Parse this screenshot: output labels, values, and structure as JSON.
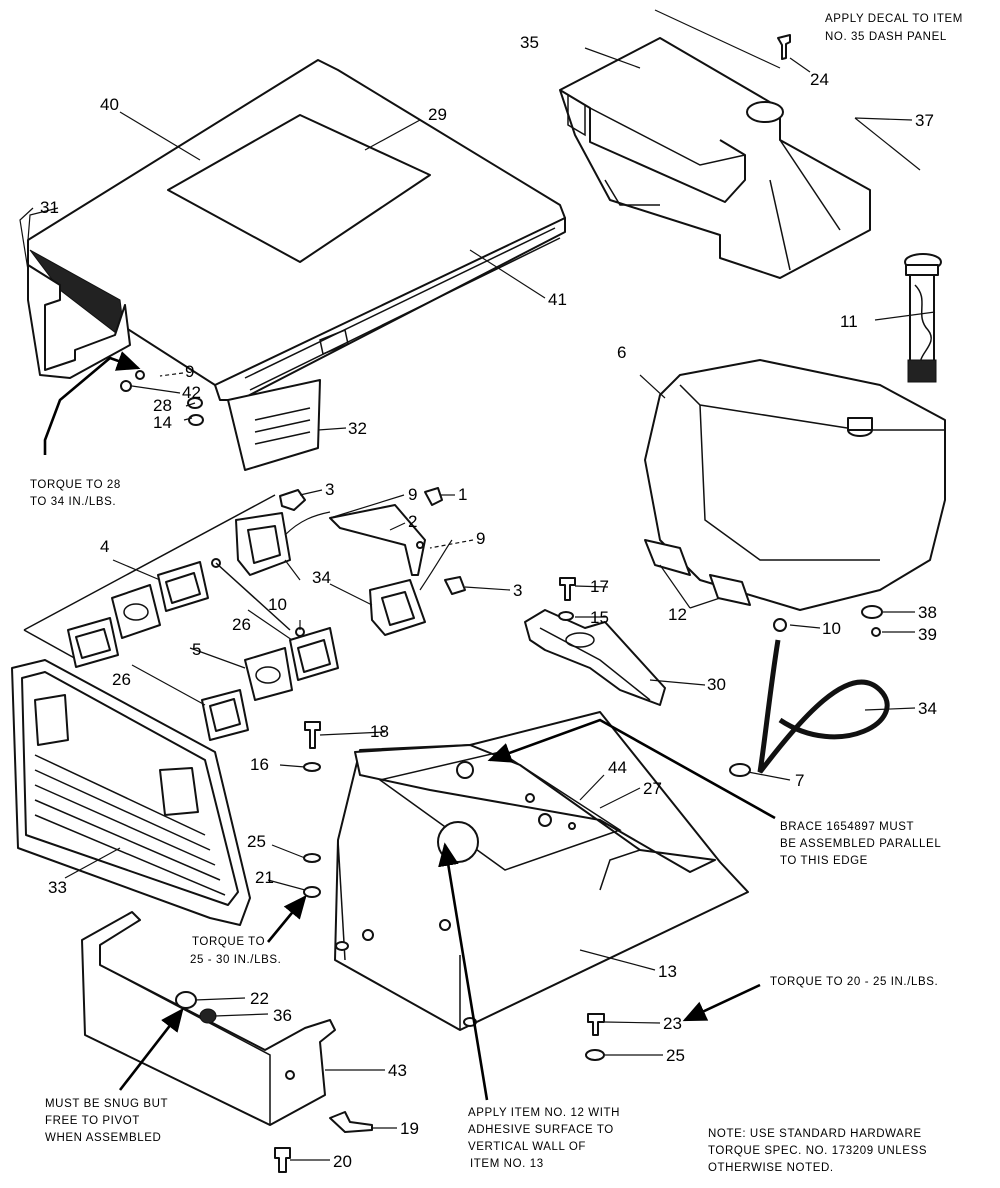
{
  "callouts": {
    "n1": "1",
    "n2": "2",
    "n3a": "3",
    "n3b": "3",
    "n4": "4",
    "n5": "5",
    "n6": "6",
    "n7": "7",
    "n9a": "9",
    "n9b": "9",
    "n9c": "9",
    "n10a": "10",
    "n10b": "10",
    "n11": "11",
    "n12": "12",
    "n13": "13",
    "n14": "14",
    "n15": "15",
    "n16": "16",
    "n17": "17",
    "n18": "18",
    "n19": "19",
    "n20": "20",
    "n21": "21",
    "n22": "22",
    "n23": "23",
    "n24": "24",
    "n25a": "25",
    "n25b": "25",
    "n26a": "26",
    "n26b": "26",
    "n27": "27",
    "n28": "28",
    "n29": "29",
    "n30": "30",
    "n31": "31",
    "n32": "32",
    "n33": "33",
    "n34a": "34",
    "n34b": "34",
    "n35": "35",
    "n36": "36",
    "n37": "37",
    "n38": "38",
    "n39": "39",
    "n40": "40",
    "n41": "41",
    "n42": "42",
    "n43": "43",
    "n44": "44"
  },
  "notes": {
    "decal": [
      "APPLY DECAL TO ITEM",
      "NO. 35 DASH PANEL"
    ],
    "torque_28_34": [
      "TORQUE TO 28",
      "TO 34 IN./LBS."
    ],
    "brace": [
      "BRACE 1654897 MUST",
      "BE ASSEMBLED PARALLEL",
      "TO THIS EDGE"
    ],
    "torque_20_25": [
      "TORQUE TO 20 - 25 IN./LBS."
    ],
    "torque_25_30": [
      "TORQUE TO",
      "25 - 30 IN./LBS."
    ],
    "snug": [
      "MUST BE SNUG BUT",
      "FREE TO PIVOT",
      "WHEN ASSEMBLED"
    ],
    "adhesive": [
      "APPLY ITEM NO. 12 WITH",
      "ADHESIVE SURFACE TO",
      "VERTICAL WALL OF",
      "ITEM NO. 13"
    ],
    "hardware": [
      "NOTE: USE STANDARD HARDWARE",
      "TORQUE SPEC. NO. 173209 UNLESS",
      "OTHERWISE NOTED."
    ]
  }
}
